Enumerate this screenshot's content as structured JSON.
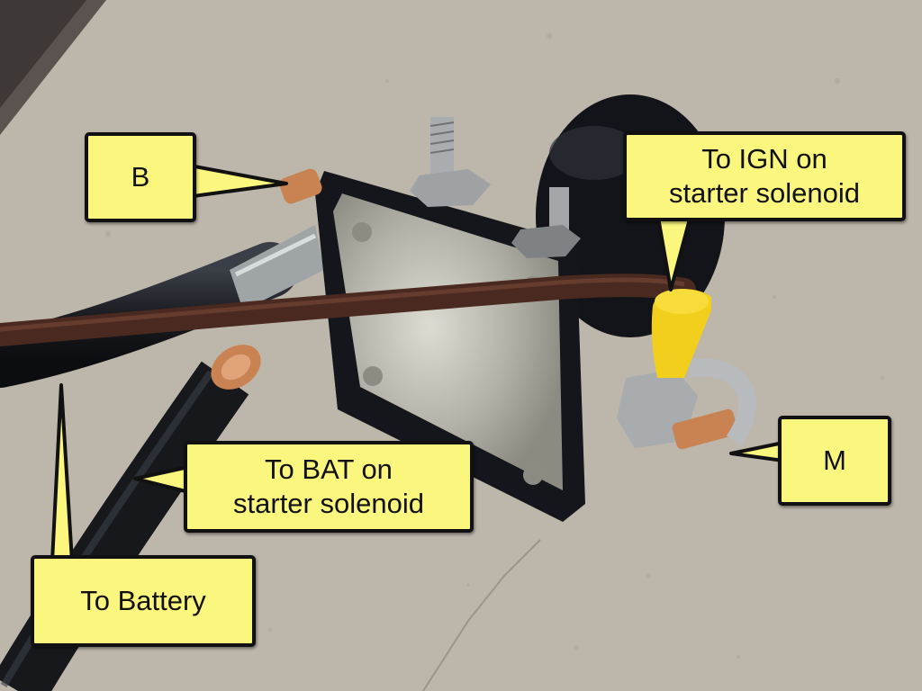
{
  "colors": {
    "callout_fill": "#fbf67e",
    "callout_border": "#111111",
    "concrete": "#bdb6aa",
    "cable_black": "#1b1d22",
    "wire_brown": "#4a2a20",
    "copper": "#c98352",
    "yellow_connector": "#f2cf1c",
    "solenoid_plate": "#b9b8ae"
  },
  "labels": {
    "b": "B",
    "to_ign": "To IGN on\nstarter solenoid",
    "to_bat": "To BAT on\nstarter solenoid",
    "m": "M",
    "to_battery": "To Battery"
  }
}
